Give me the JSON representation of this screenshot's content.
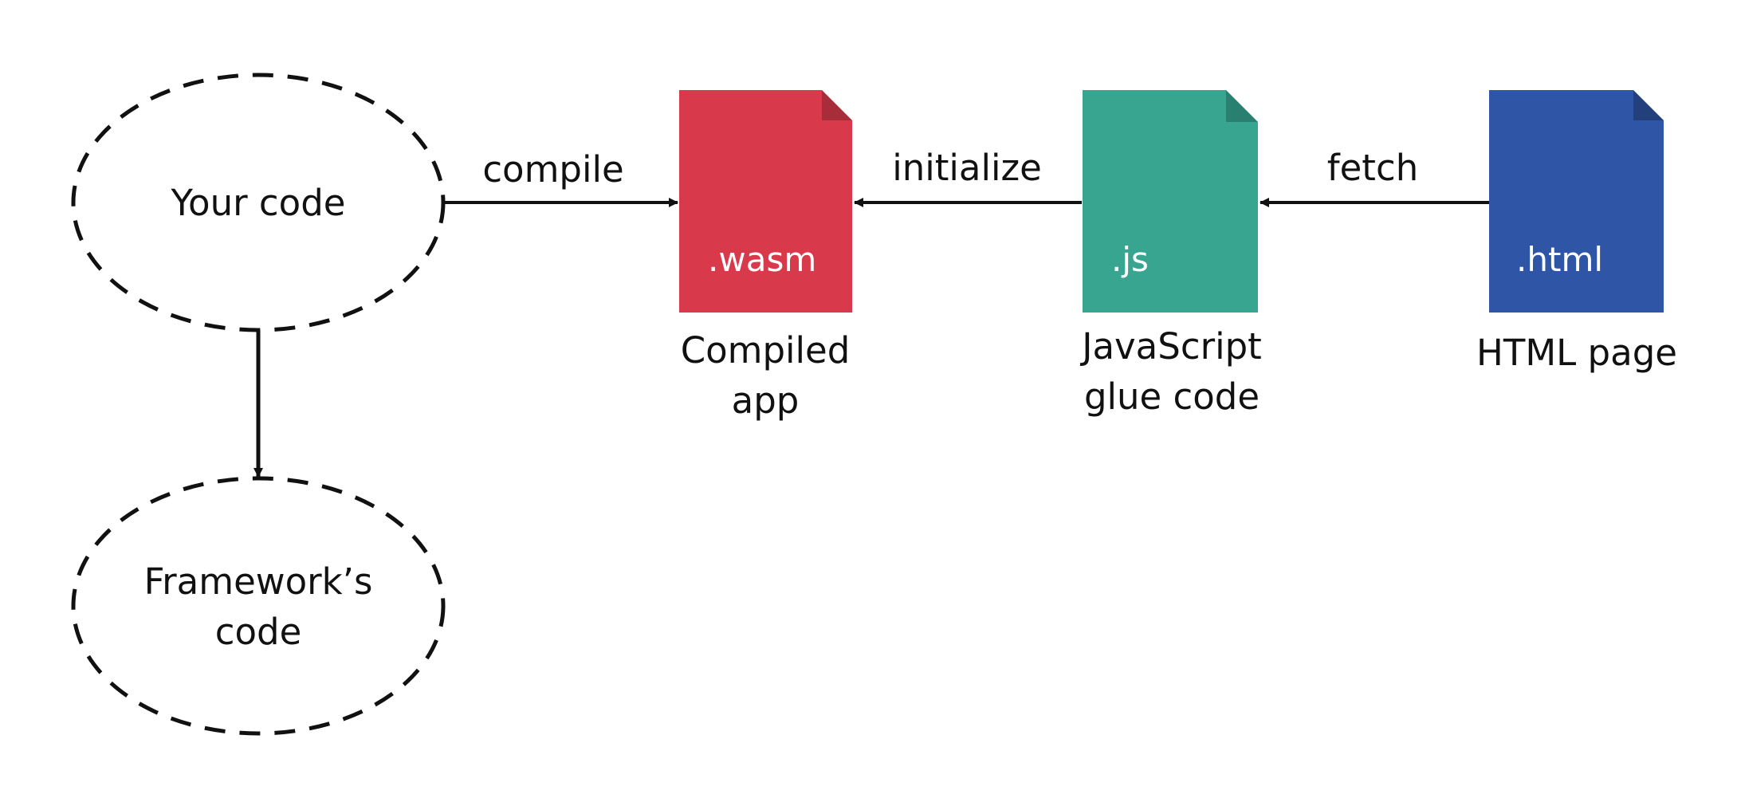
{
  "nodes": {
    "your_code": {
      "label": "Your code"
    },
    "framework_code": {
      "label_line1": "Framework’s",
      "label_line2": "code"
    },
    "wasm_file": {
      "extension": ".wasm",
      "caption_line1": "Compiled",
      "caption_line2": "app",
      "color": "#d83a4c"
    },
    "js_file": {
      "extension": ".js",
      "caption_line1": "JavaScript",
      "caption_line2": "glue code",
      "color": "#37a590"
    },
    "html_file": {
      "extension": ".html",
      "caption": "HTML page",
      "color": "#2f55a6"
    }
  },
  "edges": {
    "compile": "compile",
    "initialize": "initialize",
    "fetch": "fetch"
  }
}
